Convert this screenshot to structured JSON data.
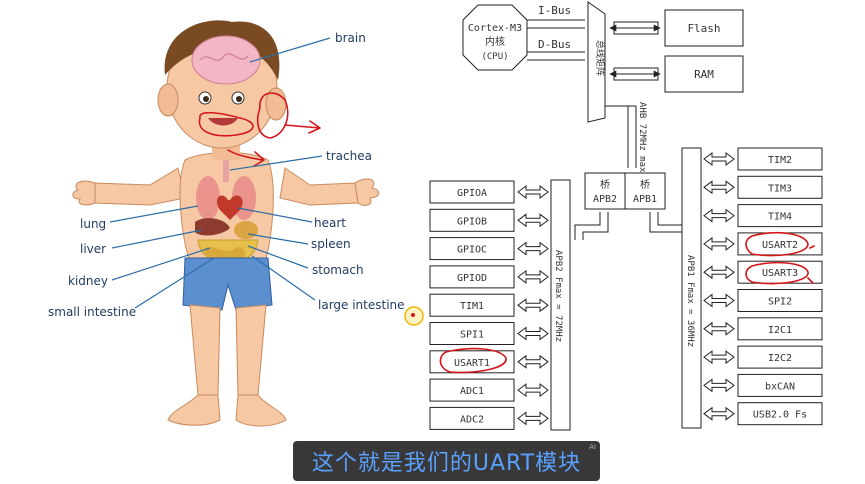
{
  "anatomy": {
    "labels": {
      "brain": "brain",
      "trachea": "trachea",
      "lung": "lung",
      "heart": "heart",
      "liver": "liver",
      "spleen": "spleen",
      "kidney": "kidney",
      "stomach": "stomach",
      "small_intestine": "small intestine",
      "large_intestine": "large intestine"
    }
  },
  "mcu": {
    "cpu": {
      "line1": "Cortex-M3",
      "line2": "内核",
      "line3": "(CPU)"
    },
    "ibus": "I-Bus",
    "dbus": "D-Bus",
    "bus_matrix": "总线矩阵",
    "flash": "Flash",
    "ram": "RAM",
    "ahb": "AHB 72MHz max",
    "bridge2": {
      "top": "桥",
      "bottom": "APB2"
    },
    "bridge1": {
      "top": "桥",
      "bottom": "APB1"
    },
    "apb2_bus": "APB2 Fmax = 72MHz",
    "apb1_bus": "APB1 Fmax = 36MHz",
    "apb2_periph": [
      "GPIOA",
      "GPIOB",
      "GPIOC",
      "GPIOD",
      "TIM1",
      "SPI1",
      "USART1",
      "ADC1",
      "ADC2"
    ],
    "apb1_periph": [
      "TIM2",
      "TIM3",
      "TIM4",
      "USART2",
      "USART3",
      "SPI2",
      "I2C1",
      "I2C2",
      "bxCAN",
      "USB2.0 Fs"
    ]
  },
  "subtitle": {
    "text": "这个就是我们的UART模块",
    "badge": "AI"
  },
  "colors": {
    "ink": "#d4161b",
    "label": "#1f3a5f",
    "leader": "#2e6ea6",
    "subtitle_text": "#5aa0ff"
  }
}
